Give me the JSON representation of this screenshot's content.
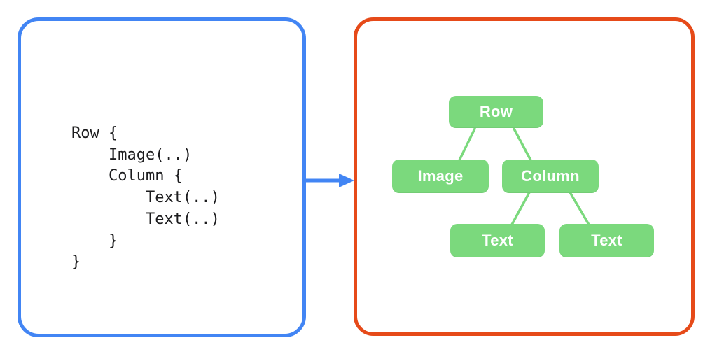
{
  "code_panel": {
    "border_color": "#4285F4",
    "lines": [
      "Row {",
      "    Image(..)",
      "    Column {",
      "        Text(..)",
      "        Text(..)",
      "    }",
      "}"
    ]
  },
  "arrow": {
    "color": "#4285F4",
    "direction": "right"
  },
  "tree_panel": {
    "border_color": "#E64A19",
    "node_fill_color": "#7BD97D",
    "node_text_color": "#FFFFFF",
    "edge_color": "#7BD97D",
    "nodes": {
      "row": {
        "label": "Row"
      },
      "image": {
        "label": "Image"
      },
      "column": {
        "label": "Column"
      },
      "text_left": {
        "label": "Text"
      },
      "text_right": {
        "label": "Text"
      }
    },
    "edges": [
      {
        "from": "row",
        "to": "image"
      },
      {
        "from": "row",
        "to": "column"
      },
      {
        "from": "column",
        "to": "text_left"
      },
      {
        "from": "column",
        "to": "text_right"
      }
    ]
  }
}
